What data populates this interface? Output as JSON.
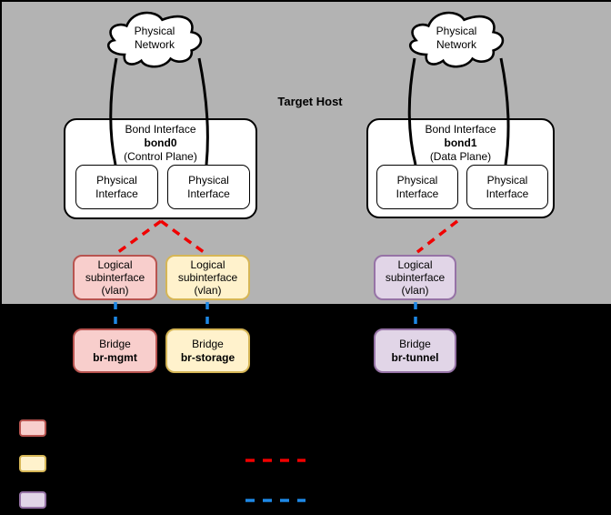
{
  "colors": {
    "background": "#000000",
    "host_fill": "#B3B3B3",
    "node_fill": "#FFFFFF",
    "stroke": "#000000",
    "mgmt_fill": "#F8CECC",
    "mgmt_border": "#B85450",
    "storage_fill": "#FFF2CC",
    "storage_border": "#D6B656",
    "tunnel_fill": "#E1D5E7",
    "tunnel_border": "#9673A6",
    "bond_link": "#F00000",
    "bridge_link": "#1E88E5"
  },
  "host": {
    "title": "Target Host"
  },
  "clouds": [
    {
      "label": "Physical Network"
    },
    {
      "label": "Physical Network"
    }
  ],
  "bonds": [
    {
      "title": "Bond Interface",
      "name": "bond0",
      "plane": "(Control Plane)",
      "interfaces": [
        {
          "label": "Physical Interface"
        },
        {
          "label": "Physical Interface"
        }
      ]
    },
    {
      "title": "Bond Interface",
      "name": "bond1",
      "plane": "(Data Plane)",
      "interfaces": [
        {
          "label": "Physical Interface"
        },
        {
          "label": "Physical Interface"
        }
      ]
    }
  ],
  "subinterfaces": [
    {
      "label": "Logical subinterface (vlan)"
    },
    {
      "label": "Logical subinterface (vlan)"
    },
    {
      "label": "Logical subinterface (vlan)"
    }
  ],
  "bridges": [
    {
      "title": "Bridge",
      "name": "br-mgmt"
    },
    {
      "title": "Bridge",
      "name": "br-storage"
    },
    {
      "title": "Bridge",
      "name": "br-tunnel"
    }
  ]
}
